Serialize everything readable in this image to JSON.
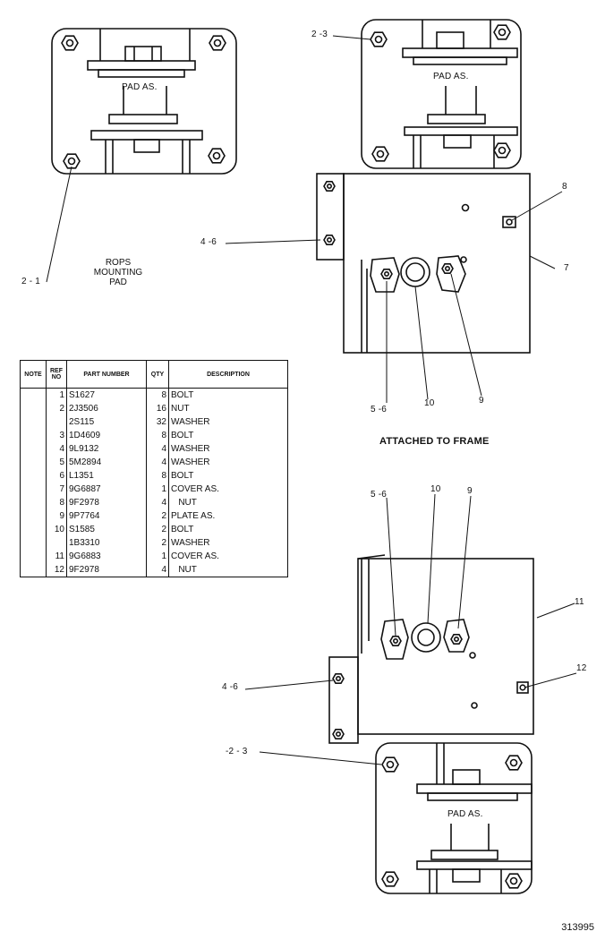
{
  "labels": {
    "tl_2_1": "2 - 1",
    "tr_2_3": "2 -3",
    "b_2_3": "-2 - 3",
    "pad1": "PAD AS.",
    "pad2": "PAD AS.",
    "pad3": "PAD AS.",
    "rops": "ROPS",
    "mounting": "MOUNTING",
    "pad_word": "PAD",
    "u_4_6": "4 -6",
    "u_8": "8",
    "u_7": "7",
    "u_5_6": "5 -6",
    "u_10": "10",
    "u_9": "9",
    "attached": "ATTACHED TO FRAME",
    "l_5_6": "5 -6",
    "l_10": "10",
    "l_9": "9",
    "l_11": "11",
    "l_12": "12",
    "l_4_6": "4 -6",
    "figure_number": "313995"
  },
  "table": {
    "headers": [
      "NOTE",
      "REF NO",
      "PART NUMBER",
      "QTY",
      "DESCRIPTION"
    ],
    "rows": [
      {
        "note": "",
        "ref": "1",
        "part": "S1627",
        "qty": "8",
        "desc": "BOLT"
      },
      {
        "note": "",
        "ref": "2",
        "part": "2J3506",
        "qty": "16",
        "desc": "NUT"
      },
      {
        "note": "",
        "ref": "",
        "part": "2S115",
        "qty": "32",
        "desc": "WASHER"
      },
      {
        "note": "",
        "ref": "3",
        "part": "1D4609",
        "qty": "8",
        "desc": "BOLT"
      },
      {
        "note": "",
        "ref": "4",
        "part": "9L9132",
        "qty": "4",
        "desc": "WASHER"
      },
      {
        "note": "",
        "ref": "5",
        "part": "5M2894",
        "qty": "4",
        "desc": "WASHER"
      },
      {
        "note": "",
        "ref": "6",
        "part": "L1351",
        "qty": "8",
        "desc": "BOLT"
      },
      {
        "note": "",
        "ref": "7",
        "part": "9G6887",
        "qty": "1",
        "desc": "COVER AS."
      },
      {
        "note": "",
        "ref": "8",
        "part": "9F2978",
        "qty": "4",
        "desc": "   NUT"
      },
      {
        "note": "",
        "ref": "9",
        "part": "9P7764",
        "qty": "2",
        "desc": "PLATE AS."
      },
      {
        "note": "",
        "ref": "10",
        "part": "S1585",
        "qty": "2",
        "desc": "BOLT"
      },
      {
        "note": "",
        "ref": "",
        "part": "1B3310",
        "qty": "2",
        "desc": "WASHER"
      },
      {
        "note": "",
        "ref": "11",
        "part": "9G6883",
        "qty": "1",
        "desc": "COVER AS."
      },
      {
        "note": "",
        "ref": "12",
        "part": "9F2978",
        "qty": "4",
        "desc": "   NUT"
      }
    ]
  }
}
